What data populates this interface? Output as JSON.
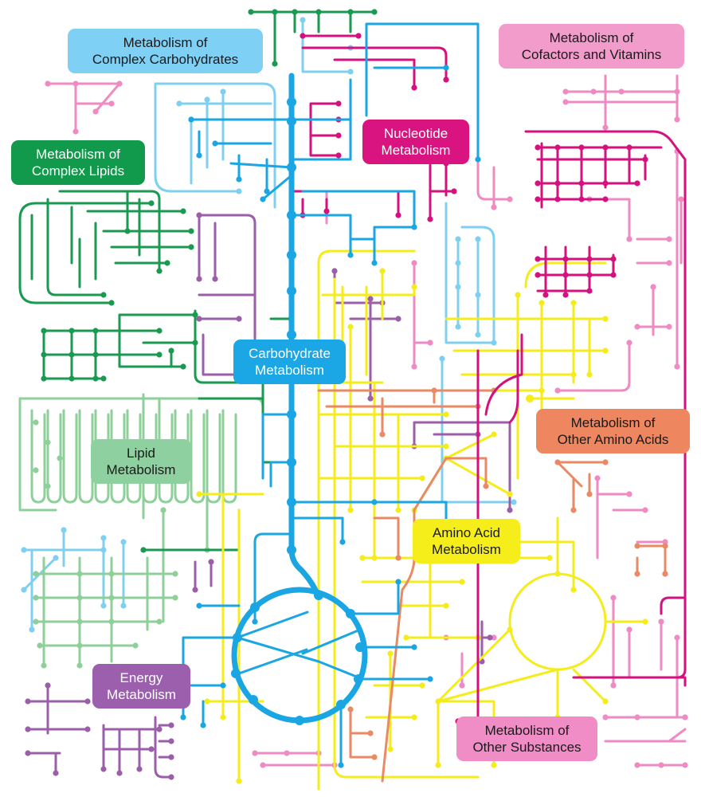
{
  "colors": {
    "carbohydrate": "#1aa5e3",
    "complex_carbohydrates": "#7fd0f0",
    "nucleotide": "#d4117e",
    "cofactors": "#f08ac2",
    "complex_lipids": "#1a9a50",
    "lipid": "#8fcf9a",
    "energy": "#9b5ea9",
    "amino_acid": "#f4ec1b",
    "other_amino_acids": "#e98a65",
    "other_substances": "#ee8ac4"
  },
  "labels": [
    {
      "key": "complex_carbohydrates",
      "lines": [
        "Metabolism of",
        "Complex Carbohydrates"
      ],
      "bg": "#7fd0f5",
      "fg": "#1a1a1a"
    },
    {
      "key": "cofactors",
      "lines": [
        "Metabolism of",
        "Cofactors and Vitamins"
      ],
      "bg": "#f29ccc",
      "fg": "#1a1a1a"
    },
    {
      "key": "nucleotide",
      "lines": [
        "Nucleotide",
        "Metabolism"
      ],
      "bg": "#d9137f",
      "fg": "#ffffff"
    },
    {
      "key": "complex_lipids",
      "lines": [
        "Metabolism of",
        "Complex Lipids"
      ],
      "bg": "#129a4c",
      "fg": "#ffffff"
    },
    {
      "key": "carbohydrate",
      "lines": [
        "Carbohydrate",
        "Metabolism"
      ],
      "bg": "#1ba6e6",
      "fg": "#ffffff"
    },
    {
      "key": "lipid",
      "lines": [
        "Lipid",
        "Metabolism"
      ],
      "bg": "#8fd0a0",
      "fg": "#1a1a1a"
    },
    {
      "key": "other_amino_acids",
      "lines": [
        "Metabolism of",
        "Other Amino Acids"
      ],
      "bg": "#ee8660",
      "fg": "#1a1a1a"
    },
    {
      "key": "amino_acid",
      "lines": [
        "Amino Acid",
        "Metabolism"
      ],
      "bg": "#f6ee1a",
      "fg": "#1a1a1a"
    },
    {
      "key": "energy",
      "lines": [
        "Energy",
        "Metabolism"
      ],
      "bg": "#9b5fae",
      "fg": "#ffffff"
    },
    {
      "key": "other_substances",
      "lines": [
        "Metabolism of",
        "Other Substances"
      ],
      "bg": "#f08cc6",
      "fg": "#1a1a1a"
    }
  ]
}
